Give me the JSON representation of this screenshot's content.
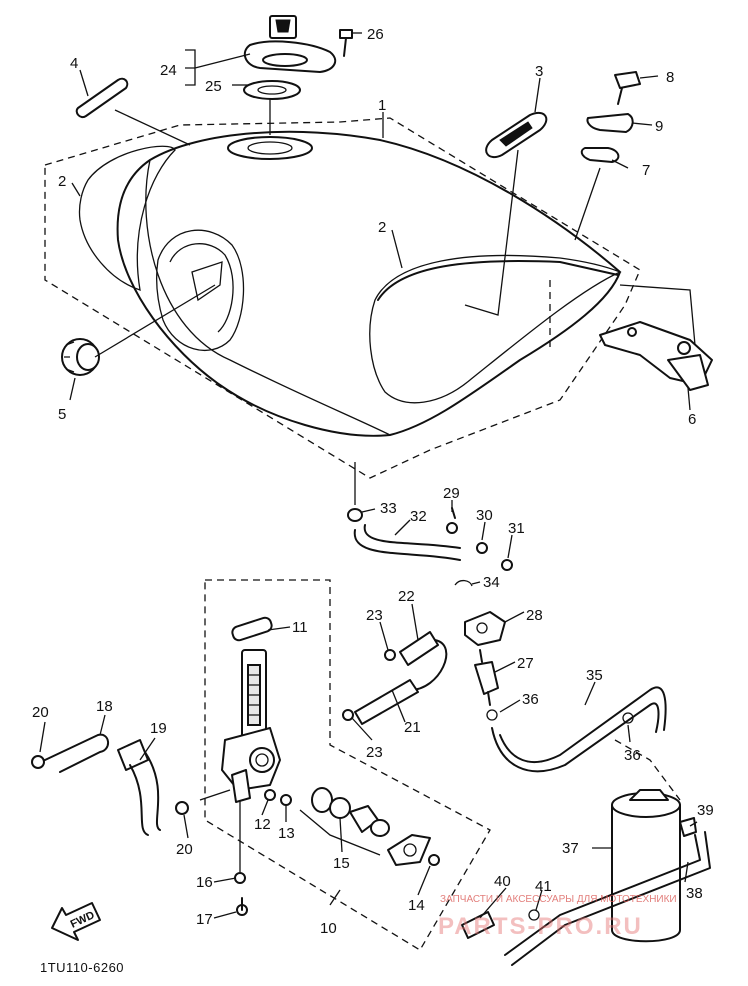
{
  "diagram_code": "1TU110-6260",
  "fwd_label": "FWD",
  "watermark": {
    "line1": "ЗАПЧАСТИ И АКСЕССУАРЫ ДЛЯ МОТОТЕХНИКИ",
    "line2": "PARTS-PRO.RU"
  },
  "callouts": {
    "c1": "1",
    "c2a": "2",
    "c2b": "2",
    "c3": "3",
    "c4": "4",
    "c5": "5",
    "c6": "6",
    "c7": "7",
    "c8": "8",
    "c9": "9",
    "c10": "10",
    "c11": "11",
    "c12": "12",
    "c13": "13",
    "c14": "14",
    "c15": "15",
    "c16": "16",
    "c17": "17",
    "c18": "18",
    "c19": "19",
    "c20a": "20",
    "c20b": "20",
    "c21": "21",
    "c22": "22",
    "c23a": "23",
    "c23b": "23",
    "c24": "24",
    "c25": "25",
    "c26": "26",
    "c27": "27",
    "c28": "28",
    "c29": "29",
    "c30": "30",
    "c31": "31",
    "c32": "32",
    "c33": "33",
    "c34": "34",
    "c35": "35",
    "c36a": "36",
    "c36b": "36",
    "c37": "37",
    "c38": "38",
    "c39": "39",
    "c40": "40",
    "c41": "41"
  }
}
